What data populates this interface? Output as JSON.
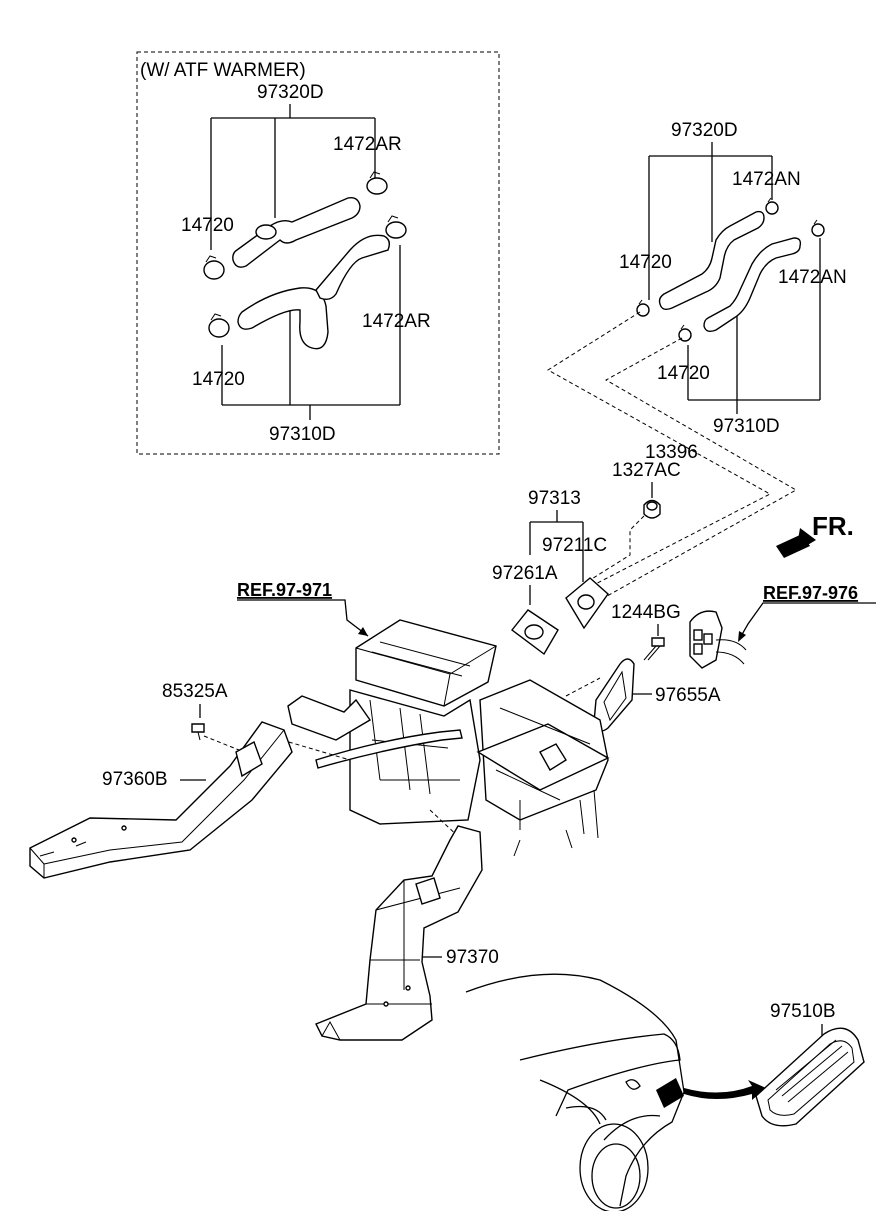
{
  "option_box": {
    "title": "(W/ ATF WARMER)",
    "hose_upper": "97320D",
    "clamp_upper_right": "1472AR",
    "clamp_upper_left": "14720",
    "clamp_lower_right": "1472AR",
    "clamp_lower_left": "14720",
    "hose_lower": "97310D"
  },
  "hose_group": {
    "hose_upper": "97320D",
    "clamp_upper_right": "1472AN",
    "clamp_upper_left": "14720",
    "clamp_lower_right": "1472AN",
    "clamp_lower_left": "14720",
    "hose_lower": "97310D"
  },
  "labels": {
    "grommet_1": "13396",
    "grommet_2": "1327AC",
    "seal_assy": "97313",
    "seal_right": "97211C",
    "seal_left": "97261A",
    "bolt": "1244BG",
    "cover": "97655A",
    "screw": "85325A",
    "duct_left": "97360B",
    "duct_rear": "97370",
    "vent_grille": "97510B"
  },
  "refs": {
    "left": "REF.97-971",
    "right": "REF.97-976"
  },
  "direction": "FR."
}
